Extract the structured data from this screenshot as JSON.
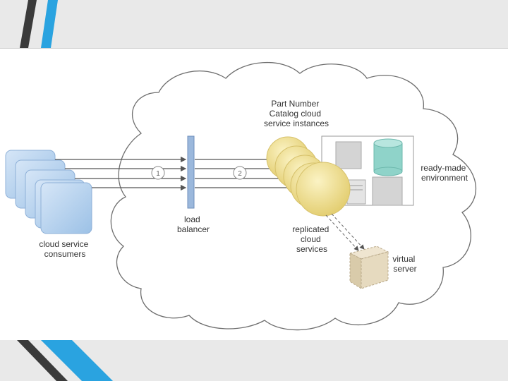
{
  "colors": {
    "accent_blue": "#2aa3e0",
    "dark_gray": "#3a3a3a",
    "consumer_fill": "#b7d3ee",
    "balancer_fill": "#9bb8dc",
    "instance_fill": "#f0e19a",
    "db_fill": "#8fd3c9",
    "server_fill": "#e3d6bd"
  },
  "diagram": {
    "labels": {
      "consumers": [
        "cloud service",
        "consumers"
      ],
      "load_balancer": [
        "load",
        "balancer"
      ],
      "instances": [
        "Part Number",
        "Catalog cloud",
        "service instances"
      ],
      "environment": [
        "ready-made",
        "environment"
      ],
      "replicated": [
        "replicated",
        "cloud",
        "services"
      ],
      "virtual_server": [
        "virtual",
        "server"
      ]
    },
    "step_markers": [
      "1",
      "2"
    ],
    "icons": [
      "cloud-boundary",
      "consumer-stack-icon",
      "load-balancer-icon",
      "service-instance-icon",
      "database-icon",
      "virtual-server-icon"
    ]
  }
}
